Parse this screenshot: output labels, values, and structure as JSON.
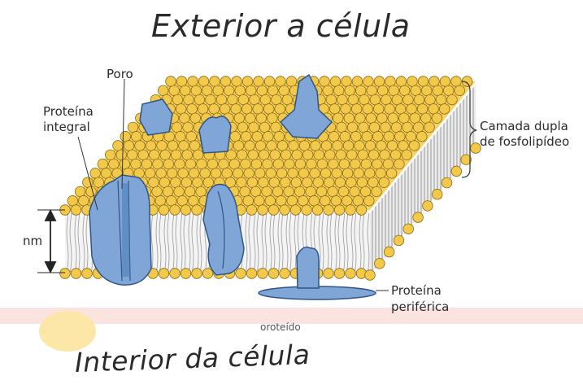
{
  "titles": {
    "top": "Exterior a célula",
    "bottom": "Interior da célula"
  },
  "labels": {
    "pore": "Poro",
    "integral_protein_line1": "Proteína",
    "integral_protein_line2": "integral",
    "bilayer_line1": "Camada dupla",
    "bilayer_line2": "de fosfolipídeo",
    "thickness": "nm",
    "peripheral_protein_line1": "Proteína",
    "peripheral_protein_line2": "periférica",
    "partial_text": "oroteído"
  },
  "colors": {
    "lipid_head": "#f2c94a",
    "lipid_outline": "#8a6a12",
    "protein": "#7fa6d6",
    "protein_dark": "#4d7fb8",
    "protein_outline": "#2f5586"
  }
}
